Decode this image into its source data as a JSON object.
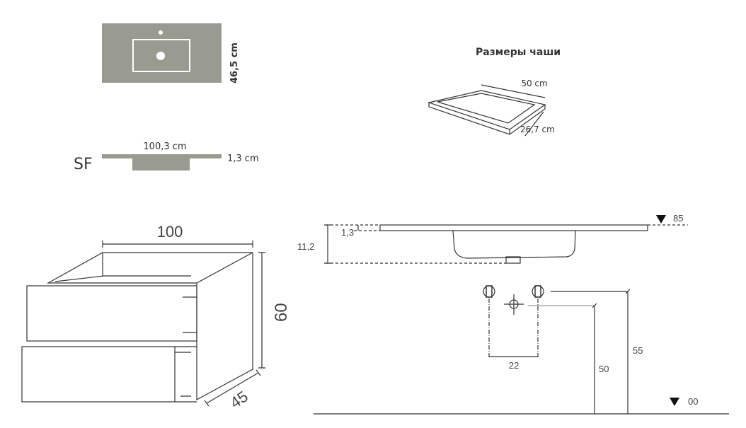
{
  "top_view": {
    "depth_label": "46,5 cm",
    "color": "#9a9b90"
  },
  "profile": {
    "series_label": "SF",
    "width_label": "100,3 cm",
    "thickness_label": "1,3 cm"
  },
  "bowl": {
    "title": "Размеры чаши",
    "length_label": "50 cm",
    "width_label": "26,7 cm"
  },
  "cabinet": {
    "width_label": "100",
    "height_label": "60",
    "depth_label": "45"
  },
  "section": {
    "total_height_label": "11,2",
    "slab_thickness_label": "1,3",
    "top_level_label": "85",
    "floor_level_label": "00",
    "valve_spacing_label": "22",
    "drain_height_label": "50",
    "valve_height_label": "55"
  }
}
